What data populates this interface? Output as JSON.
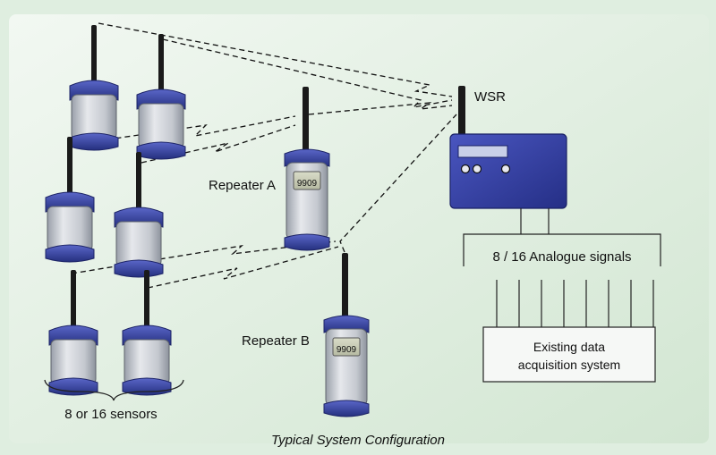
{
  "diagram": {
    "colors": {
      "background_light": "#eef6ee",
      "background_dark": "#cfe3cf",
      "device_blue": "#2f3a9a",
      "device_silver": "#c9ccd3",
      "link_line": "#111111"
    },
    "labels": {
      "wsr": "WSR",
      "repeater_a": "Repeater A",
      "repeater_b": "Repeater B",
      "analogue_signals": "8 / 16 Analogue signals",
      "existing_system_line1": "Existing data",
      "existing_system_line2": "acquisition system",
      "sensor_count": "8 or 16 sensors",
      "caption": "Typical System Configuration"
    },
    "repeater_display": "9909",
    "analogue_lines": 8,
    "sensor_units_shown": 6
  }
}
